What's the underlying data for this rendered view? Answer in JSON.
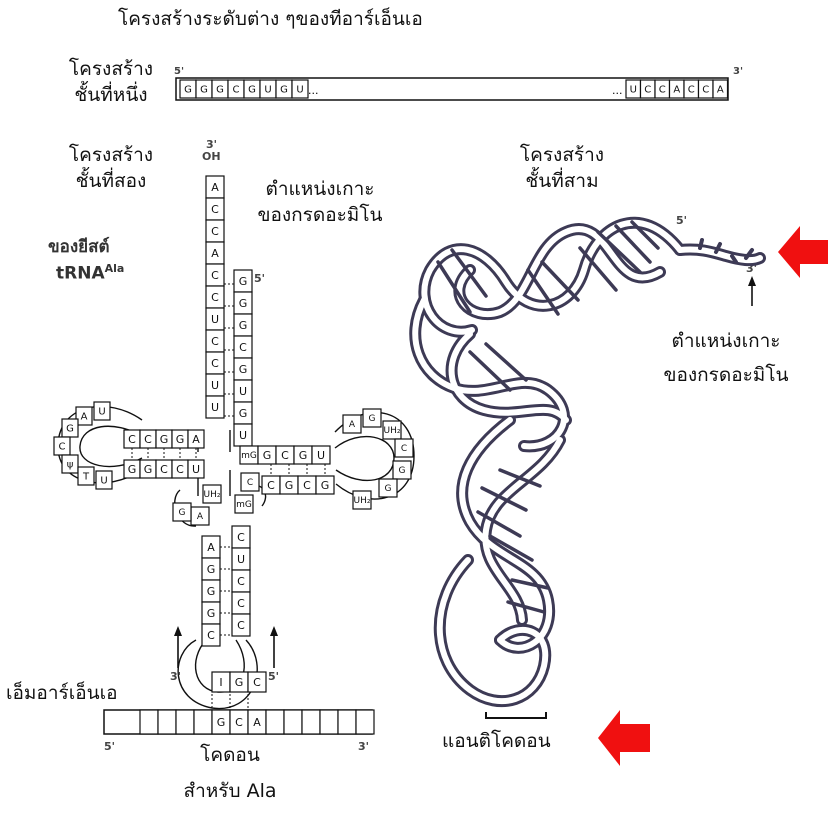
{
  "title": "โครงสร้างระดับต่าง ๆของทีอาร์เอ็นเอ",
  "primary": {
    "label_line1": "โครงสร้าง",
    "label_line2": "ชั้นที่หนึ่ง",
    "five_prime": "5'",
    "three_prime": "3'",
    "start_bases": [
      "G",
      "G",
      "G",
      "C",
      "G",
      "U",
      "G",
      "U"
    ],
    "start_ellipsis": "...",
    "end_ellipsis": "...",
    "end_bases": [
      "U",
      "C",
      "C",
      "A",
      "C",
      "C",
      "A"
    ]
  },
  "secondary": {
    "label_line1": "โครงสร้าง",
    "label_line2": "ชั้นที่สอง",
    "organism_line1": "ของยีสต์",
    "organism_line2": "tRNA",
    "organism_sup": "Ala",
    "three_prime_oh_prime": "3'",
    "three_prime_oh": "OH",
    "five_prime": "5'",
    "acceptor_label_line1": "ตำแหน่งเกาะ",
    "acceptor_label_line2": "ของกรดอะมิโน",
    "acceptor_3_strand": [
      "A",
      "C",
      "C",
      "A",
      "C",
      "C",
      "U",
      "C",
      "C",
      "U",
      "U"
    ],
    "acceptor_5_strand": [
      "G",
      "G",
      "G",
      "C",
      "G",
      "U",
      "G",
      "U"
    ],
    "d_arm_top": [
      "C",
      "C",
      "G",
      "G",
      "A"
    ],
    "d_arm_bottom": [
      "G",
      "G",
      "C",
      "C",
      "U"
    ],
    "d_loop": [
      "U",
      "A",
      "G",
      "C",
      "ψ",
      "T",
      "U"
    ],
    "t_arm_top": [
      "mG",
      "G",
      "C",
      "G",
      "U"
    ],
    "t_arm_bottom": [
      "C",
      "G",
      "C",
      "G"
    ],
    "t_loop": [
      "A",
      "G",
      "UH₂",
      "C",
      "G",
      "G",
      "UH₂"
    ],
    "anticodon_3_strand": [
      "A",
      "G",
      "G",
      "G",
      "C"
    ],
    "anticodon_5_strand": [
      "C",
      "U",
      "C",
      "C",
      "C"
    ],
    "anticodon_loop_bases": [
      "I",
      "G",
      "C"
    ],
    "misc_bases": [
      "UH₂",
      "A",
      "G",
      "mG",
      "C"
    ],
    "mrna_label": "เอ็มอาร์เอ็นเอ",
    "mrna_five_prime": "5'",
    "mrna_three_prime": "3'",
    "codon_bases": [
      "G",
      "C",
      "A"
    ],
    "codon_label_line1": "โคดอน",
    "codon_label_line2": "สำหรับ Ala",
    "arrow_label_left": "3'",
    "arrow_label_right": "5'"
  },
  "tertiary": {
    "label_line1": "โครงสร้าง",
    "label_line2": "ชั้นที่สาม",
    "five_prime": "5'",
    "three_prime": "3'",
    "acceptor_label_line1": "ตำแหน่งเกาะ",
    "acceptor_label_line2": "ของกรดอะมิโน",
    "anticodon_label": "แอนติโคดอน"
  },
  "colors": {
    "arrow": "#f01010",
    "ink": "#111111",
    "ribbon": "#3d3a55"
  }
}
